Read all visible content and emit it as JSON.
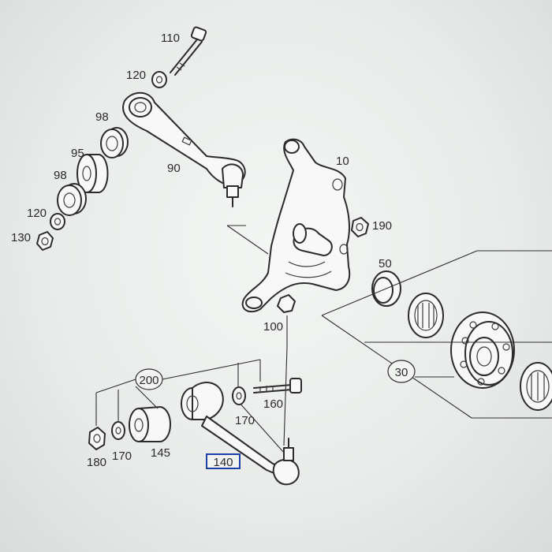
{
  "diagram": {
    "callouts": {
      "p110": "110",
      "p120a": "120",
      "p98a": "98",
      "p95": "95",
      "p98b": "98",
      "p120b": "120",
      "p130": "130",
      "p90": "90",
      "p10": "10",
      "p190": "190",
      "p50": "50",
      "p100": "100",
      "p30": "30",
      "p200": "200",
      "p160": "160",
      "p170a": "170",
      "p180": "180",
      "p170b": "170",
      "p145": "145",
      "p140": "140"
    },
    "highlight_color": "#1f3fa8"
  }
}
